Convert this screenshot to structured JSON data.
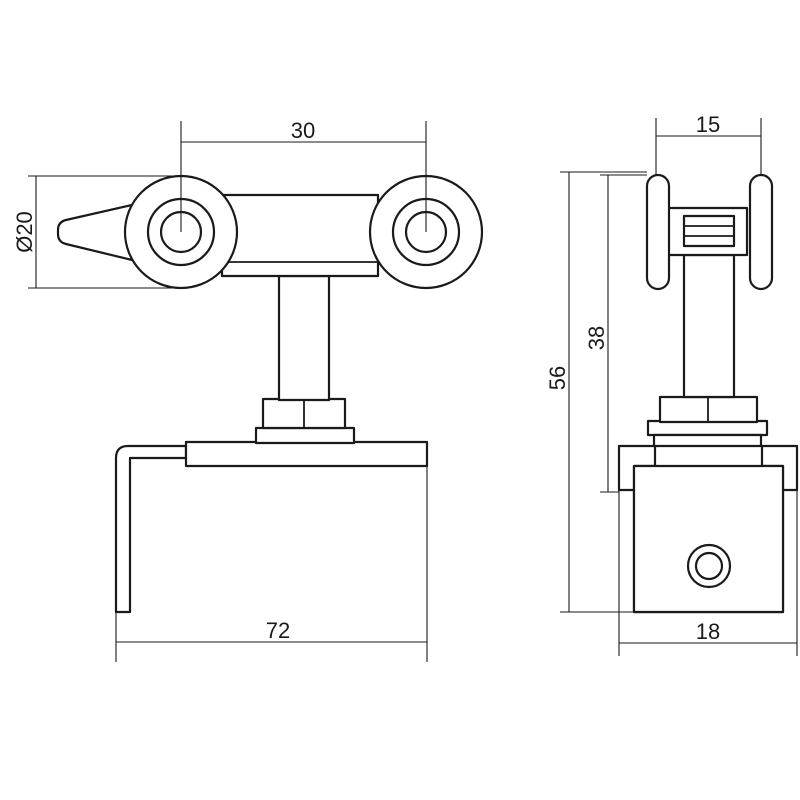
{
  "dimensions": {
    "wheel_spacing": "30",
    "wheel_diameter": "Ø20",
    "overall_width": "72",
    "side_width": "15",
    "overall_height": "56",
    "height_to_bracket": "38",
    "bracket_width": "18"
  }
}
